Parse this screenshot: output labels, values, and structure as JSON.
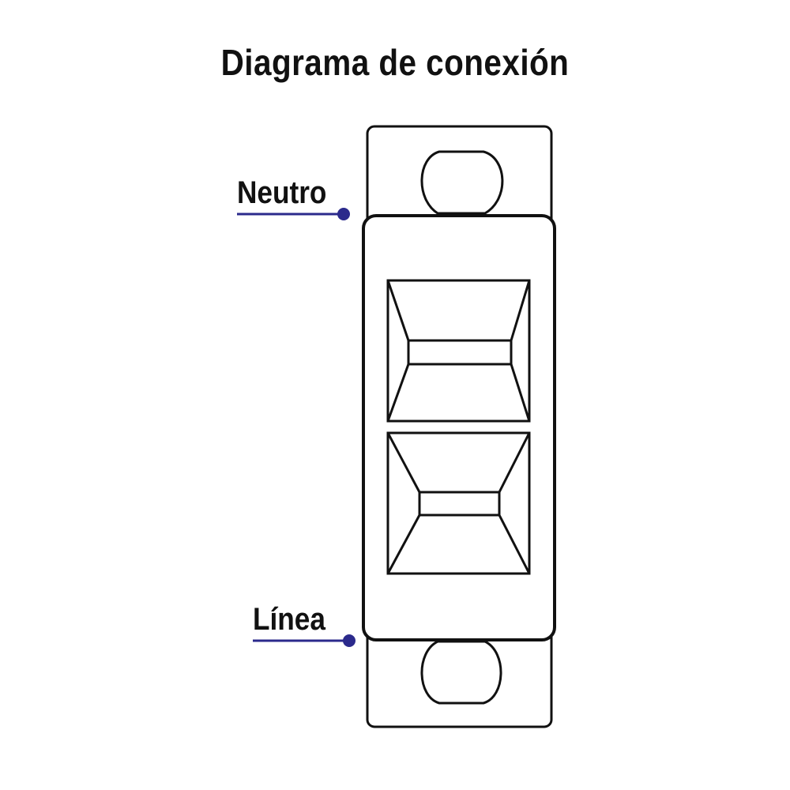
{
  "title": "Diagrama de conexión",
  "labels": {
    "neutro": "Neutro",
    "linea": "Línea"
  },
  "colors": {
    "wire": "#2b2a8c",
    "stroke": "#111111",
    "background": "#ffffff"
  }
}
